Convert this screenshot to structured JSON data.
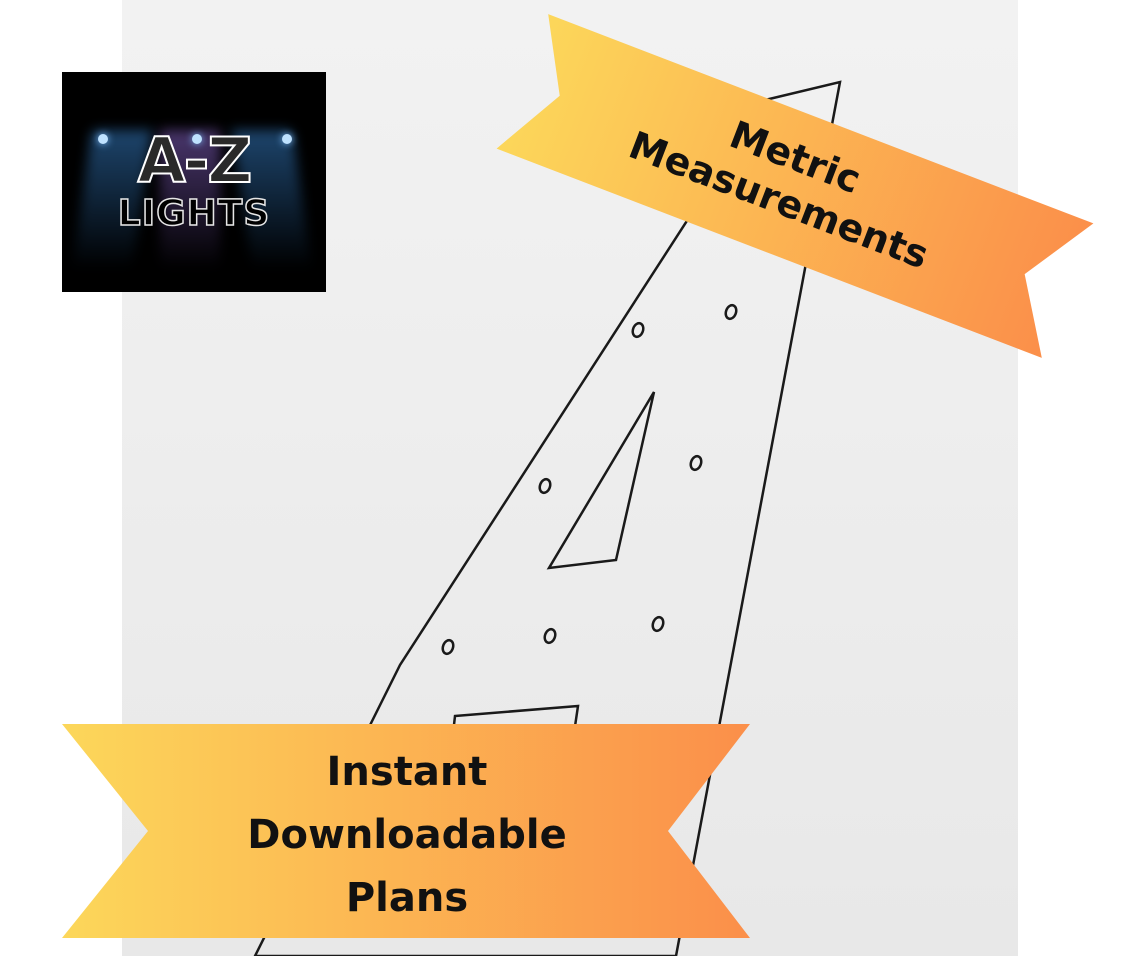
{
  "logo": {
    "top_text": "A-Z",
    "bottom_text": "LIGHTS"
  },
  "top_ribbon": {
    "line1": "Metric",
    "line2": "Measurements"
  },
  "bottom_ribbon": {
    "line1": "Instant",
    "line2": "Downloadable",
    "line3": "Plans"
  },
  "colors": {
    "ribbon_start": "#fcd75a",
    "ribbon_end": "#fb8f4a",
    "drawing_stroke": "#1a1a1a",
    "panel": "#eeeeee"
  }
}
